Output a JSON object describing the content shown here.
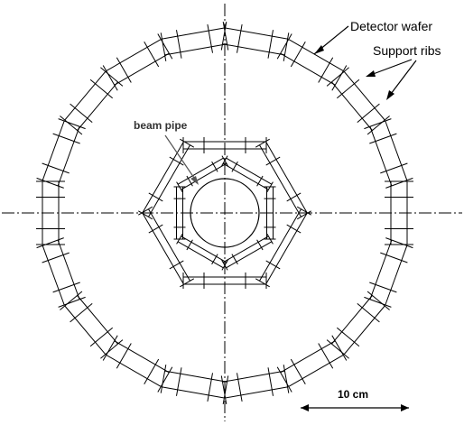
{
  "labels": {
    "detector_wafer": "Detector wafer",
    "support_ribs": "Support ribs",
    "beam_pipe": "beam pipe",
    "scale_bar": "10 cm"
  },
  "colors": {
    "stroke": "#000000",
    "beam_pipe_label": "#333333",
    "background": "#ffffff"
  }
}
